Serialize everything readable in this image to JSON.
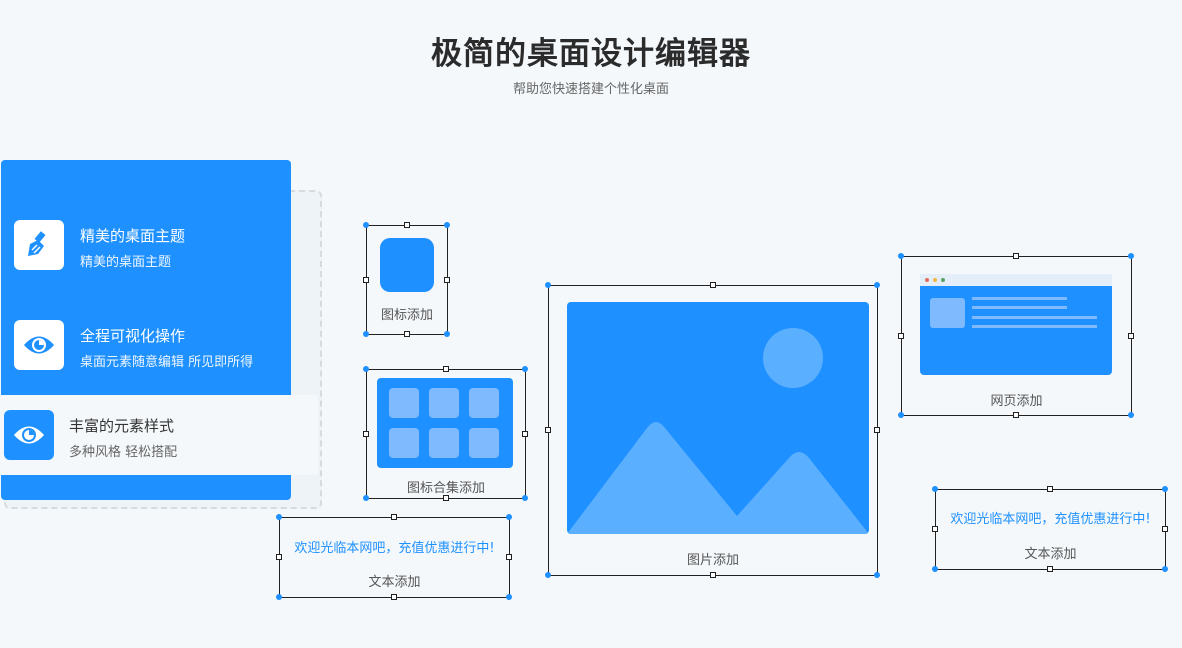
{
  "header": {
    "title": "极简的桌面设计编辑器",
    "subtitle": "帮助您快速搭建个性化桌面"
  },
  "features": [
    {
      "title": "精美的桌面主题",
      "desc": "精美的桌面主题",
      "icon": "brush-icon"
    },
    {
      "title": "全程可视化操作",
      "desc": "桌面元素随意编辑 所见即所得",
      "icon": "eye-icon"
    },
    {
      "title": "丰富的元素样式",
      "desc": "多种风格 轻松搭配",
      "icon": "eye-icon"
    }
  ],
  "widgets": {
    "icon_add": "图标添加",
    "icon_set_add": "图标合集添加",
    "image_add": "图片添加",
    "web_add": "网页添加",
    "text_add_left": "文本添加",
    "text_add_right": "文本添加",
    "promo_left": "欢迎光临本网吧，充值优惠进行中!",
    "promo_right": "欢迎光临本网吧，充值优惠进行中!"
  },
  "colors": {
    "accent": "#1e90ff",
    "background": "#f4f8fb"
  }
}
